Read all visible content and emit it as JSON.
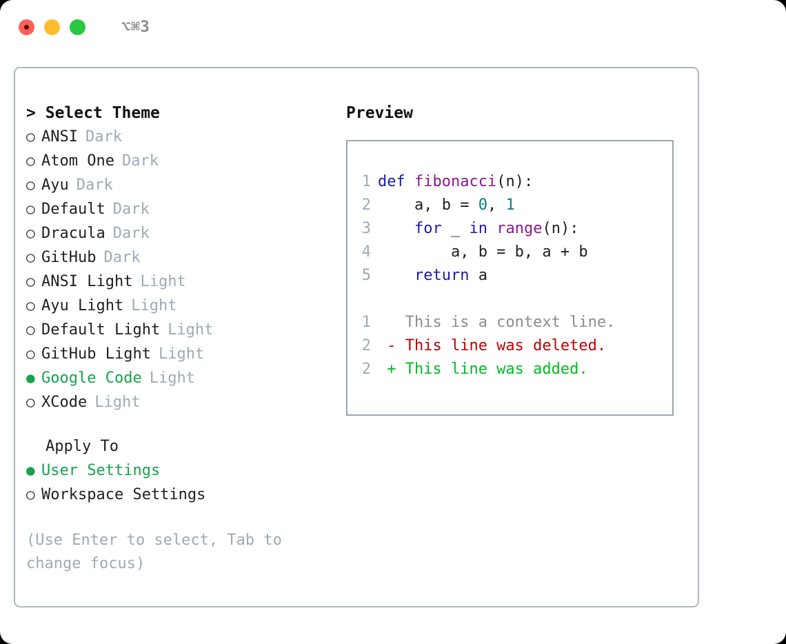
{
  "window": {
    "shortcut": "⌥⌘3",
    "traffic_lights": [
      {
        "name": "close",
        "color": "#ff5f57"
      },
      {
        "name": "minimize",
        "color": "#ffbd2e"
      },
      {
        "name": "maximize",
        "color": "#28c840"
      }
    ]
  },
  "theme_picker": {
    "prompt": ">",
    "header": "Select Theme",
    "bullet_selected": "●",
    "bullet_unselected": "○",
    "themes": [
      {
        "name": "ANSI",
        "tag": "Dark",
        "selected": false
      },
      {
        "name": "Atom One",
        "tag": "Dark",
        "selected": false
      },
      {
        "name": "Ayu",
        "tag": "Dark",
        "selected": false
      },
      {
        "name": "Default",
        "tag": "Dark",
        "selected": false
      },
      {
        "name": "Dracula",
        "tag": "Dark",
        "selected": false
      },
      {
        "name": "GitHub",
        "tag": "Dark",
        "selected": false
      },
      {
        "name": "ANSI Light",
        "tag": "Light",
        "selected": false
      },
      {
        "name": "Ayu Light",
        "tag": "Light",
        "selected": false
      },
      {
        "name": "Default Light",
        "tag": "Light",
        "selected": false
      },
      {
        "name": "GitHub Light",
        "tag": "Light",
        "selected": false
      },
      {
        "name": "Google Code",
        "tag": "Light",
        "selected": true
      },
      {
        "name": "XCode",
        "tag": "Light",
        "selected": false
      }
    ]
  },
  "apply_to": {
    "title": "Apply To",
    "options": [
      {
        "name": "User Settings",
        "selected": true
      },
      {
        "name": "Workspace Settings",
        "selected": false
      }
    ]
  },
  "hint": "(Use Enter to select, Tab to change focus)",
  "preview": {
    "title": "Preview",
    "code_lines": [
      {
        "lineno": "1",
        "tokens": [
          {
            "text": "def ",
            "type": "kw"
          },
          {
            "text": "fibonacci",
            "type": "fn"
          },
          {
            "text": "(n):",
            "type": "plain"
          }
        ]
      },
      {
        "lineno": "2",
        "tokens": [
          {
            "text": "    a, b = ",
            "type": "plain"
          },
          {
            "text": "0",
            "type": "num"
          },
          {
            "text": ", ",
            "type": "plain"
          },
          {
            "text": "1",
            "type": "num"
          }
        ]
      },
      {
        "lineno": "3",
        "tokens": [
          {
            "text": "    ",
            "type": "plain"
          },
          {
            "text": "for",
            "type": "kw"
          },
          {
            "text": " _ ",
            "type": "plain"
          },
          {
            "text": "in",
            "type": "kw"
          },
          {
            "text": " ",
            "type": "plain"
          },
          {
            "text": "range",
            "type": "fn"
          },
          {
            "text": "(n):",
            "type": "plain"
          }
        ]
      },
      {
        "lineno": "4",
        "tokens": [
          {
            "text": "        a, b = b, a + b",
            "type": "plain"
          }
        ]
      },
      {
        "lineno": "5",
        "tokens": [
          {
            "text": "    ",
            "type": "plain"
          },
          {
            "text": "return",
            "type": "kw"
          },
          {
            "text": " a",
            "type": "plain"
          }
        ]
      }
    ],
    "diff_lines": [
      {
        "lineno": "1",
        "marker": " ",
        "text": " This is a context line.",
        "kind": "ctx"
      },
      {
        "lineno": "2",
        "marker": "-",
        "text": " This line was deleted.",
        "kind": "del"
      },
      {
        "lineno": "2",
        "marker": "+",
        "text": " This line was added.",
        "kind": "add"
      }
    ]
  },
  "colors": {
    "accent_green": "#16a34a",
    "muted": "#9fa9b6",
    "keyword": "#1a1aa8",
    "function": "#8b1a8b",
    "number": "#0c7b7b",
    "diff_added": "#00bb22",
    "diff_deleted": "#c00000",
    "border": "#aeb7c2"
  }
}
